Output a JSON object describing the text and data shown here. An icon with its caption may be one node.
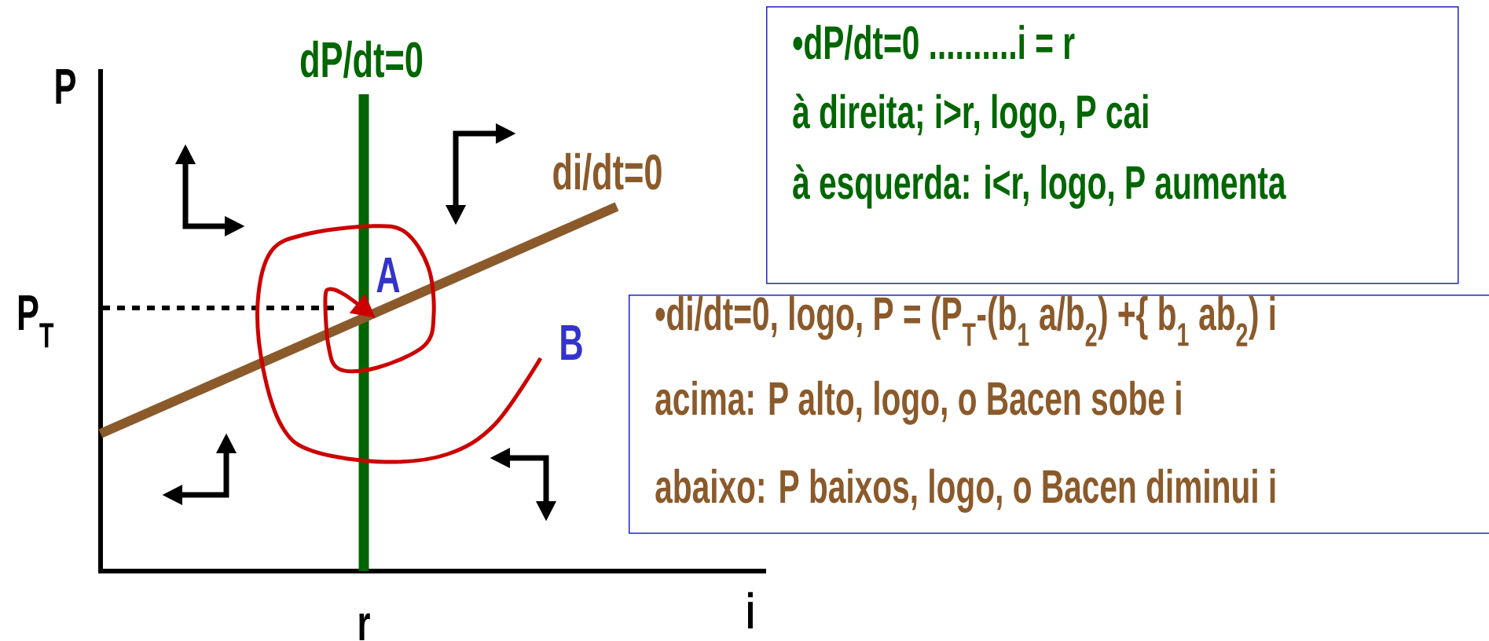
{
  "diagram": {
    "nodes": [
      {
        "text": [
          "•dP/dt=0 ..........i = r",
          "à direita; i>r, logo, P cai",
          "à esquerda: i<r, logo, P aumenta"
        ]
      },
      {
        "text": [
          "•di/dt=0, logo, P = (P$_{T}$-(b$_{1}$ a/b$_{2}$) +{ b$_{1}$ ab$_{2}$) i",
          "acima: P alto, logo, o Bacen sobe i",
          "abaixo: P baixos, logo, o Bacen diminui i"
        ]
      }
    ],
    "labels": [
      "dP/dt=0",
      "P",
      "di/dt=0",
      "P$_{T}$",
      "A",
      "B",
      "i",
      "r"
    ]
  }
}
